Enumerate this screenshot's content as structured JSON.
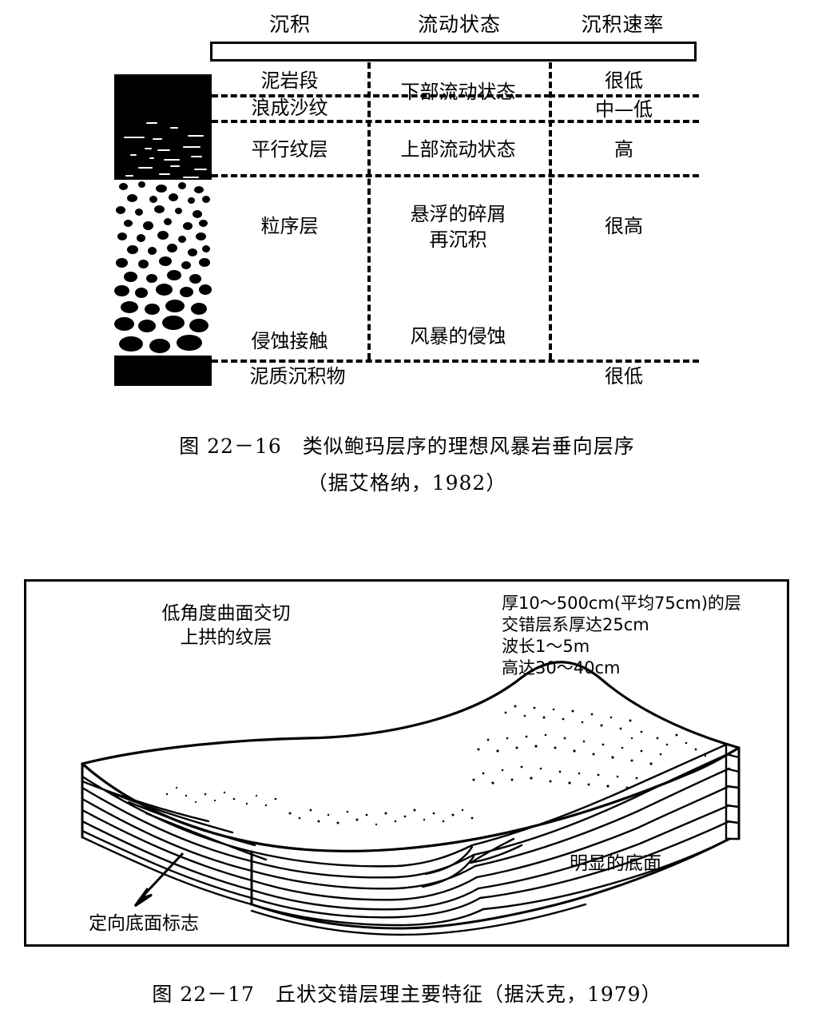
{
  "figure_1": {
    "id": "fig-22-16",
    "columns": [
      {
        "header": "沉积"
      },
      {
        "header": "流动状态"
      },
      {
        "header": "沉积速率"
      }
    ],
    "rows": [
      {
        "deposit": "泥岩段",
        "flow": "下部流动状态",
        "rate": "很低"
      },
      {
        "deposit": "浪成沙纹",
        "flow": "",
        "rate": "中—低"
      },
      {
        "deposit": "平行纹层",
        "flow": "上部流动状态",
        "rate": "高"
      },
      {
        "deposit": "粒序层",
        "flow_line1": "悬浮的碎屑",
        "flow_line2": "再沉积",
        "rate": "很高"
      },
      {
        "deposit": "侵蚀接触",
        "flow": "风暴的侵蚀",
        "rate": ""
      },
      {
        "deposit": "泥质沉积物",
        "flow": "",
        "rate": "很低"
      }
    ],
    "caption_line1": "图 22－16　类似鲍玛层序的理想风暴岩垂向层序",
    "caption_line2": "（据艾格纳，1982）",
    "lithology_name": "lithology-column"
  },
  "figure_2": {
    "id": "fig-22-17",
    "annotations": {
      "left_line1": "低角度曲面交切",
      "left_line2": "上拱的纹层",
      "right_line1": "厚10～500cm(平均75cm)的层",
      "right_line2": "交错层系厚达25cm",
      "right_line3": "波长1～5m",
      "right_line4": "高达30～40cm",
      "bottom_left": "定向底面标志",
      "bottom_right": "明显的底面"
    },
    "caption": "图 22－17　丘状交错层理主要特征（据沃克，1979）"
  },
  "colors": {
    "ink": "#000000",
    "paper": "#ffffff"
  }
}
